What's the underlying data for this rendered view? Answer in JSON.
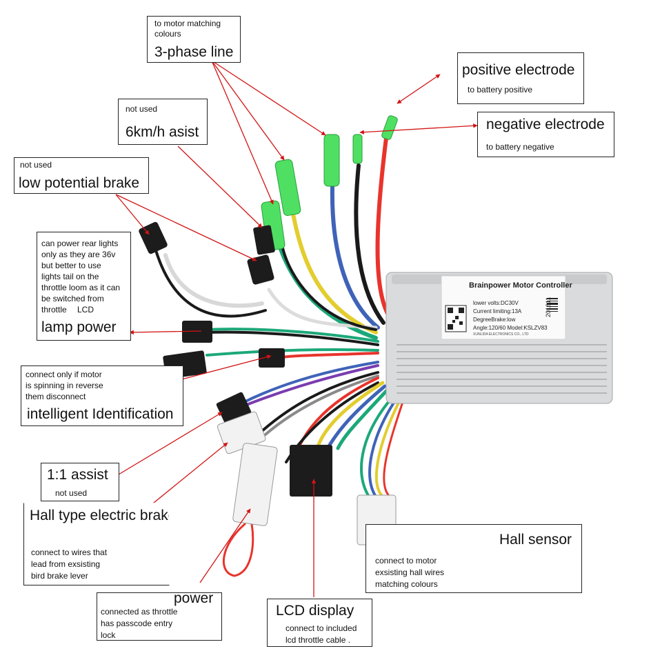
{
  "labels": {
    "three_phase": {
      "note": "to motor  matching colours",
      "title": "3-phase line"
    },
    "positive": {
      "title": "positive electrode",
      "note": "to battery positive"
    },
    "negative": {
      "title": "negative electrode",
      "note": "to battery negative"
    },
    "assist6": {
      "note": "not used",
      "title": "6km/h asist"
    },
    "low_brake": {
      "note": "not used",
      "title": "low potential brake"
    },
    "lamp": {
      "note_lines": [
        "can power rear lights",
        "only as they are 36v",
        "but better to use",
        "lights tail on the",
        "throttle loom as it can",
        "be switched from",
        "throttle"
      ],
      "lcd_tag": "LCD",
      "title": "lamp power"
    },
    "intelligent": {
      "note_lines": [
        "connect only if motor",
        "is spinning in reverse",
        "them disconnect"
      ],
      "title": "intelligent Identification"
    },
    "assist11": {
      "title": "1:1 assist",
      "note": "not used"
    },
    "hall_brake": {
      "title": "Hall type electric brake",
      "note_lines": [
        "connect to wires that",
        "lead from exsisting",
        "bird brake lever"
      ]
    },
    "hall_sensor": {
      "title": "Hall sensor",
      "note_lines": [
        "connect to motor",
        "exsisting hall wires",
        "matching colours"
      ]
    },
    "power": {
      "title": "power",
      "note_lines": [
        "connected as throttle",
        "has passcode entry",
        "lock"
      ]
    },
    "lcd": {
      "title": "LCD display",
      "note_lines": [
        "connect to included",
        "lcd throttle cable ."
      ]
    }
  },
  "controller": {
    "title": "Brainpower Motor Controller",
    "specs": [
      "lower volts:DC30V",
      "Current limiting:13A",
      "DegreeBrake:low",
      "Angle:120/60  Model:KSLZV83"
    ],
    "maker": "XUNLIDA ELECTRONICS CO., LTD",
    "serial": "201811"
  },
  "colors": {
    "arrow": "#d21414",
    "wire_red": "#e8342c",
    "wire_black": "#1a1a1a",
    "wire_blue": "#3f63b8",
    "wire_yellow": "#e3cd2f",
    "wire_green": "#1ca879",
    "wire_white": "#dcdcdc",
    "wire_gray": "#8a8a8a",
    "wire_purple": "#7a3cb0",
    "connector_green": "#4fe063",
    "connector_black": "#1c1c1c",
    "connector_white": "#f2f2f2",
    "casing": "#d9dbdc"
  }
}
